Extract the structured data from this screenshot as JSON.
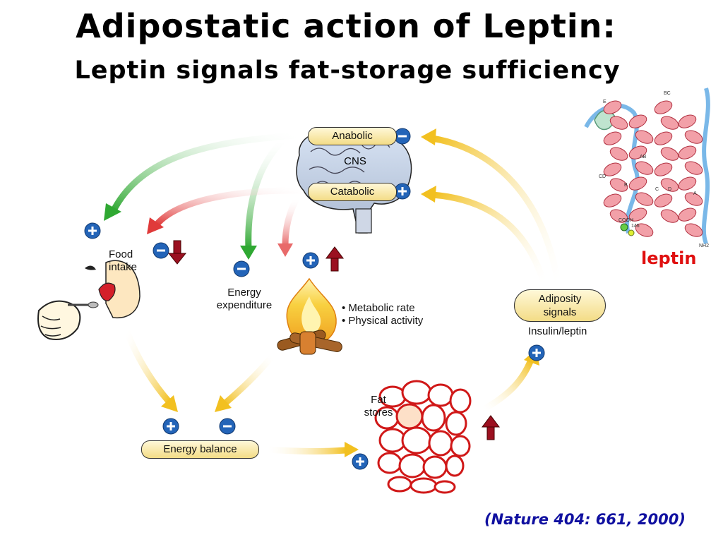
{
  "title": "Adipostatic action of Leptin:",
  "subtitle": "Leptin signals fat-storage sufficiency",
  "labels": {
    "anabolic": "Anabolic",
    "catabolic": "Catabolic",
    "cns": "CNS",
    "food_intake_1": "Food",
    "food_intake_2": "intake",
    "energy_expenditure_1": "Energy",
    "energy_expenditure_2": "expenditure",
    "metabolic_rate": "• Metabolic rate",
    "physical_activity": "• Physical activity",
    "adiposity_signals_1": "Adiposity",
    "adiposity_signals_2": "signals",
    "insulin_leptin": "Insulin/leptin",
    "fat_stores_1": "Fat",
    "fat_stores_2": "stores",
    "energy_balance": "Energy balance",
    "leptin": "leptin"
  },
  "protein_labels": [
    "E",
    "BC",
    "AB",
    "CD",
    "B",
    "C",
    "D",
    "A",
    "COOH",
    "NH2",
    "146"
  ],
  "citation": "(Nature 404: 661, 2000)",
  "colors": {
    "plus_sign": "#2364b8",
    "minus_sign": "#2364b8",
    "up_arrow": "#9b1020",
    "down_arrow": "#9b1020",
    "green_arrow": "#3caa3c",
    "red_arrow": "#e04848",
    "yellow_arrow": "#f0c020",
    "leptin_text": "#e01010",
    "citation_text": "#1010a0"
  }
}
